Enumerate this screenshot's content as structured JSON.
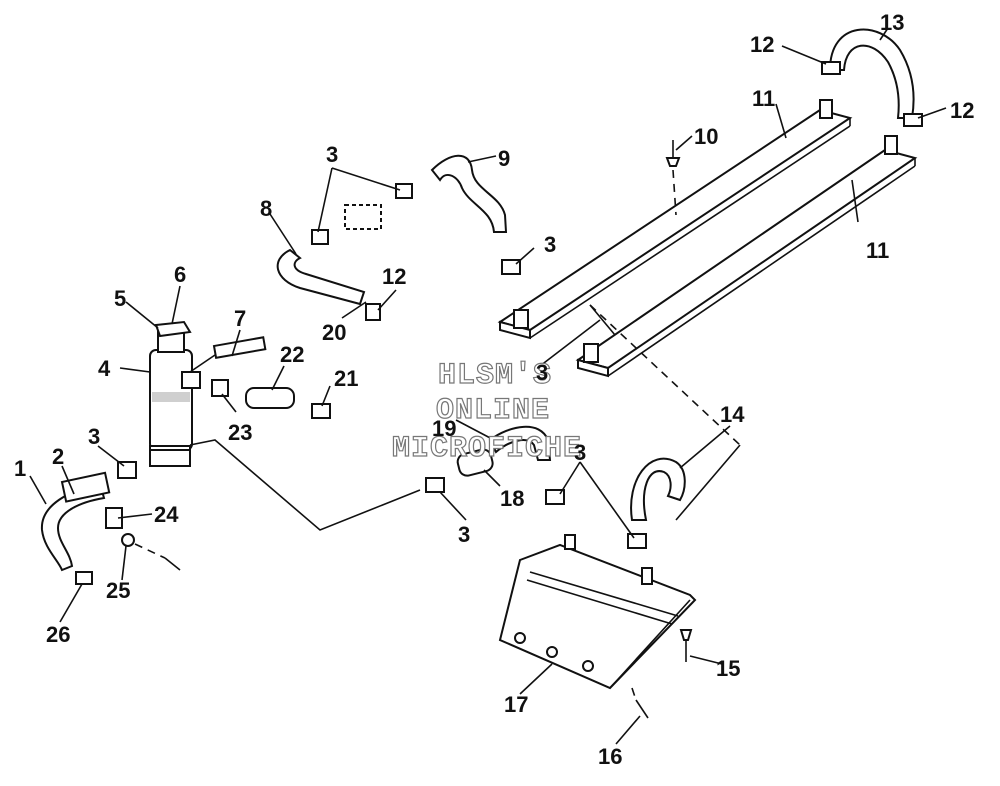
{
  "watermark": {
    "line1": "HLSM'S",
    "line2": "ONLINE",
    "line3": "MICROFICHE"
  },
  "callouts": [
    {
      "id": "c1",
      "text": "1"
    },
    {
      "id": "c2",
      "text": "2"
    },
    {
      "id": "c3a",
      "text": "3"
    },
    {
      "id": "c3b",
      "text": "3"
    },
    {
      "id": "c3c",
      "text": "3"
    },
    {
      "id": "c3d",
      "text": "3"
    },
    {
      "id": "c3e",
      "text": "3"
    },
    {
      "id": "c3f",
      "text": "3"
    },
    {
      "id": "c4",
      "text": "4"
    },
    {
      "id": "c5",
      "text": "5"
    },
    {
      "id": "c6",
      "text": "6"
    },
    {
      "id": "c7",
      "text": "7"
    },
    {
      "id": "c8",
      "text": "8"
    },
    {
      "id": "c9",
      "text": "9"
    },
    {
      "id": "c10",
      "text": "10"
    },
    {
      "id": "c11a",
      "text": "11"
    },
    {
      "id": "c11b",
      "text": "11"
    },
    {
      "id": "c12a",
      "text": "12"
    },
    {
      "id": "c12b",
      "text": "12"
    },
    {
      "id": "c12c",
      "text": "12"
    },
    {
      "id": "c13",
      "text": "13"
    },
    {
      "id": "c14",
      "text": "14"
    },
    {
      "id": "c15",
      "text": "15"
    },
    {
      "id": "c16",
      "text": "16"
    },
    {
      "id": "c17",
      "text": "17"
    },
    {
      "id": "c18",
      "text": "18"
    },
    {
      "id": "c19",
      "text": "19"
    },
    {
      "id": "c20",
      "text": "20"
    },
    {
      "id": "c21",
      "text": "21"
    },
    {
      "id": "c22",
      "text": "22"
    },
    {
      "id": "c23",
      "text": "23"
    },
    {
      "id": "c24",
      "text": "24"
    },
    {
      "id": "c25",
      "text": "25"
    },
    {
      "id": "c26",
      "text": "26"
    }
  ]
}
